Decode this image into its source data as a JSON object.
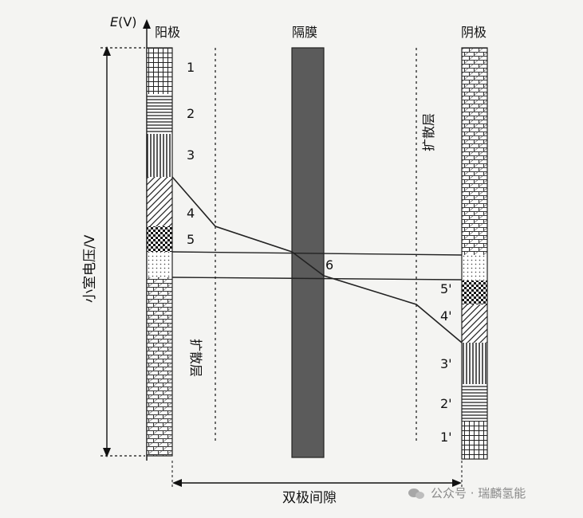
{
  "axis": {
    "e_label": "E(V)",
    "e_label_italic": "E",
    "e_label_unit": "(V)",
    "voltage_label": "小室电压/V"
  },
  "electrodes": {
    "anode": "阳极",
    "cathode": "阴极",
    "membrane": "隔膜"
  },
  "diffusion_layer": "扩散层",
  "gap_label": "双极间隙",
  "left_levels": [
    "1",
    "2",
    "3",
    "4",
    "5"
  ],
  "right_levels": [
    "5'",
    "4'",
    "3'",
    "2'",
    "1'"
  ],
  "center_level": "6",
  "watermark": "公众号 · 瑞麟氢能"
}
